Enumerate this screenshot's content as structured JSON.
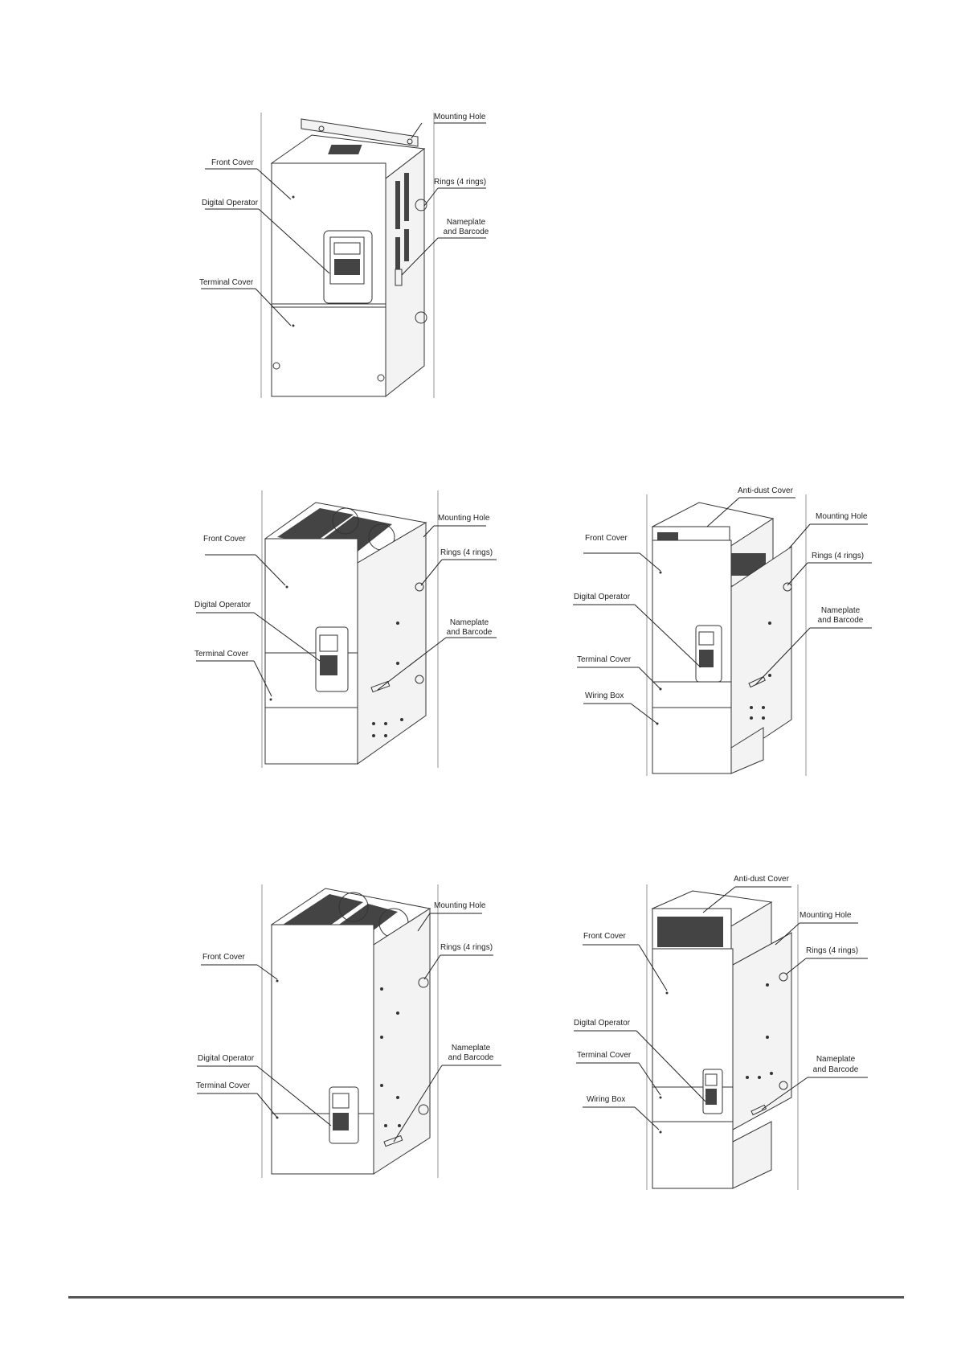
{
  "diagrams": [
    {
      "labels": {
        "mounting_hole": "Mounting Hole",
        "front_cover": "Front Cover",
        "rings": "Rings (4 rings)",
        "digital_operator": "Digital Operator",
        "nameplate_1": "Nameplate",
        "nameplate_2": "and Barcode",
        "terminal_cover": "Terminal Cover"
      }
    },
    {
      "labels": {
        "mounting_hole": "Mounting Hole",
        "front_cover": "Front Cover",
        "rings": "Rings (4 rings)",
        "digital_operator": "Digital Operator",
        "nameplate_1": "Nameplate",
        "nameplate_2": "and Barcode",
        "terminal_cover": "Terminal Cover"
      }
    },
    {
      "labels": {
        "anti_dust_cover": "Anti-dust Cover",
        "mounting_hole": "Mounting Hole",
        "front_cover": "Front Cover",
        "rings": "Rings (4 rings)",
        "digital_operator": "Digital Operator",
        "nameplate_1": "Nameplate",
        "nameplate_2": "and Barcode",
        "terminal_cover": "Terminal Cover",
        "wiring_box": "Wiring Box"
      }
    },
    {
      "labels": {
        "mounting_hole": "Mounting Hole",
        "front_cover": "Front Cover",
        "rings": "Rings (4 rings)",
        "digital_operator": "Digital Operator",
        "nameplate_1": "Nameplate",
        "nameplate_2": "and Barcode",
        "terminal_cover": "Terminal Cover"
      }
    },
    {
      "labels": {
        "anti_dust_cover": "Anti-dust Cover",
        "mounting_hole": "Mounting Hole",
        "front_cover": "Front Cover",
        "rings": "Rings (4 rings)",
        "digital_operator": "Digital Operator",
        "nameplate_1": "Nameplate",
        "nameplate_2": "and Barcode",
        "terminal_cover": "Terminal Cover",
        "wiring_box": "Wiring Box"
      }
    }
  ]
}
